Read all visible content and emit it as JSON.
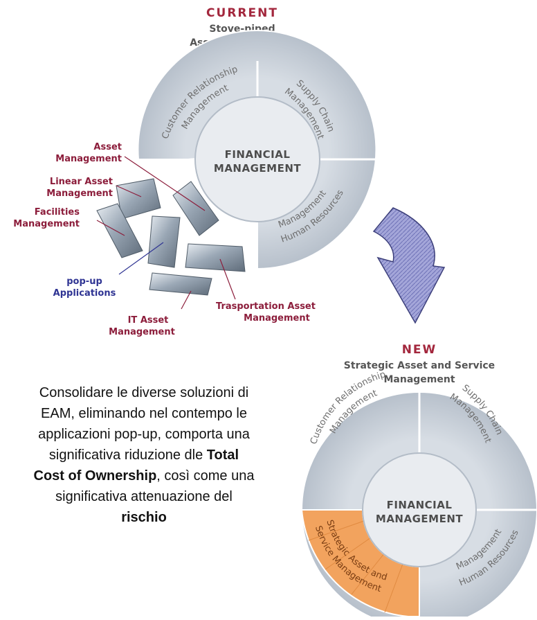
{
  "current": {
    "heading": "CURRENT",
    "subtitle_line1": "Stove-piped",
    "subtitle_line2": "Asset Management",
    "ring_labels": {
      "crm_line1": "Customer Relationship",
      "crm_line2": "Management",
      "scm_line1": "Supply Chain",
      "scm_line2": "Management",
      "hr_line1": "Human Resources",
      "hr_line2": "Management"
    },
    "center_line1": "FINANCIAL",
    "center_line2": "MANAGEMENT",
    "fragment_labels": {
      "asset_line1": "Asset",
      "asset_line2": "Management",
      "linear_line1": "Linear Asset",
      "linear_line2": "Management",
      "facilities_line1": "Facilities",
      "facilities_line2": "Management",
      "popup_line1": "pop-up",
      "popup_line2": "Applications",
      "it_line1": "IT Asset",
      "it_line2": "Management",
      "transport_line1": "Trasportation Asset",
      "transport_line2": "Management"
    }
  },
  "new": {
    "heading": "NEW",
    "subtitle_line1": "Strategic Asset and Service",
    "subtitle_line2": "Management",
    "ring_labels": {
      "crm_line1": "Customer Relationship",
      "crm_line2": "Management",
      "scm_line1": "Supply Chain",
      "scm_line2": "Management",
      "hr_line1": "Human Resources",
      "hr_line2": "Management",
      "sasm_line1": "Strategic Asset and",
      "sasm_line2": "Service Management"
    },
    "center_line1": "FINANCIAL",
    "center_line2": "MANAGEMENT"
  },
  "caption": {
    "line1": "Consolidare le diverse soluzioni di",
    "line2": "EAM, eliminando nel contempo le",
    "line3": "applicazioni pop-up, comporta una",
    "line4_pre": "significativa riduzione dle ",
    "line4_bold": "Total",
    "line5_bold": "Cost of Ownership",
    "line5_post": ", così come una",
    "line6": "significativa attenuazione del",
    "line7_bold": "rischio"
  },
  "colors": {
    "ring": "#c8d0da",
    "inner": "#e9ecf0",
    "highlight_segment": "#f2a35e",
    "arrow": "#8d8fc9",
    "heading_red": "#a3273d",
    "label_blue": "#2f3493"
  },
  "icons": {
    "transition_arrow": "curved-down-arrow-icon"
  }
}
